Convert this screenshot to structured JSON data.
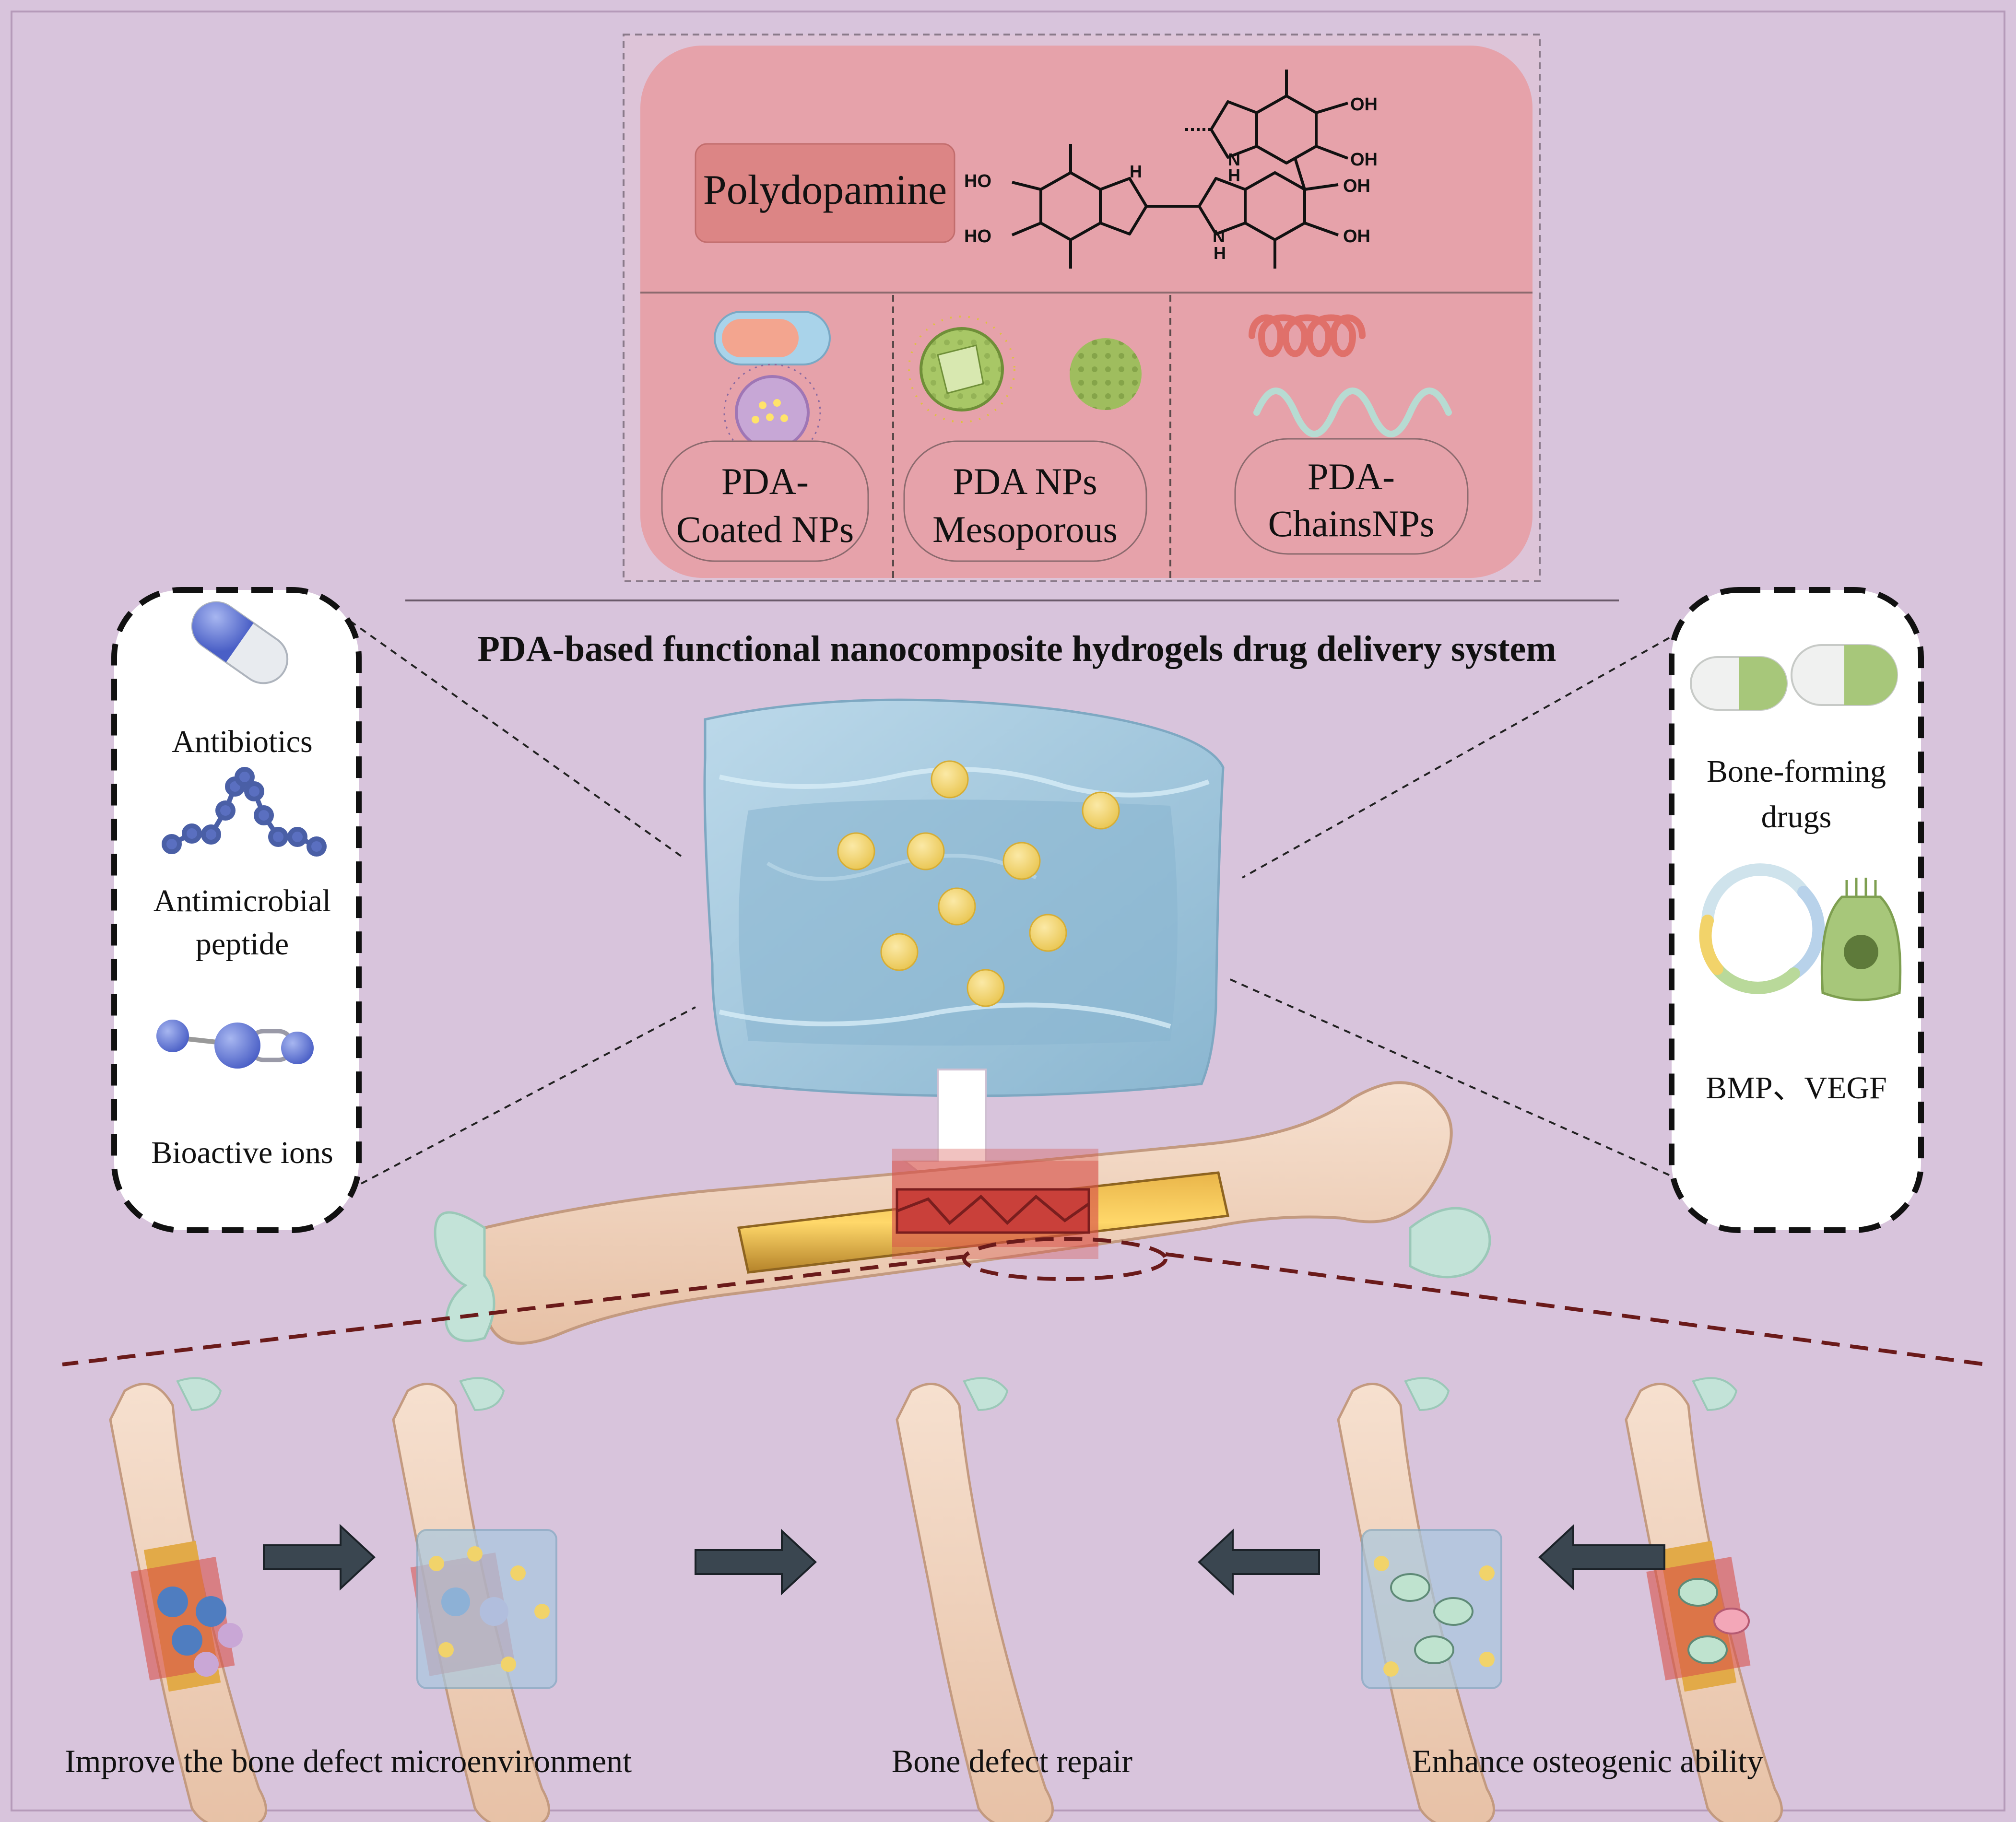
{
  "top_panel": {
    "polydopamine_label": "Polydopamine",
    "structure_atoms": {
      "oh": "OH",
      "ho": "HO",
      "nh_n": "N",
      "nh_h": "H"
    },
    "np_types": [
      {
        "line1": "PDA-",
        "line2": "Coated NPs"
      },
      {
        "line1": "PDA NPs",
        "line2": "Mesoporous"
      },
      {
        "line1": "PDA-",
        "line2": "ChainsNPs"
      }
    ]
  },
  "title": "PDA-based functional nanocomposite hydrogels drug delivery system",
  "left_panel": {
    "items": [
      {
        "label": "Antibiotics"
      },
      {
        "label_line1": "Antimicrobial",
        "label_line2": "peptide"
      },
      {
        "label": "Bioactive ions"
      }
    ]
  },
  "right_panel": {
    "bone_forming_line1": "Bone-forming",
    "bone_forming_line2": "drugs",
    "growth_factors": "BMP、VEGF"
  },
  "bottom_labels": {
    "left": "Improve the bone defect microenvironment",
    "center": "Bone defect repair",
    "right": "Enhance osteogenic ability"
  },
  "colors": {
    "background": "#d8c4dc",
    "top_panel_fill": "#e6a2aa",
    "polydopamine_box": "#dc8585",
    "hydrogel": "#9cc4da",
    "nanoparticle": "#f1d36a",
    "bone": "#f0d3bd",
    "cartilage": "#c3e3d8",
    "defect": "#c9403a",
    "arrow": "#3a4650"
  }
}
